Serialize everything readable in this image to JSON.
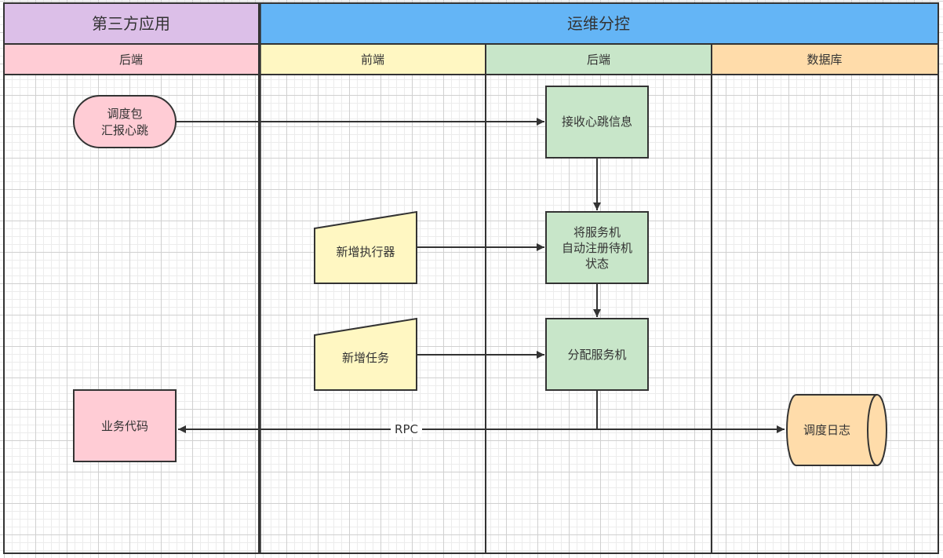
{
  "pools": [
    {
      "title": "第三方应用",
      "color": "#dcbfe8"
    },
    {
      "title": "运维分控",
      "color": "#64b5f6"
    }
  ],
  "lanes": [
    {
      "title": "后端",
      "color": "#ffccd5"
    },
    {
      "title": "前端",
      "color": "#fff7c2"
    },
    {
      "title": "后端",
      "color": "#c8e6c9"
    },
    {
      "title": "数据库",
      "color": "#ffdcaa"
    }
  ],
  "nodes": {
    "heartbeat": {
      "lines": [
        "调度包",
        "汇报心跳"
      ],
      "shape": "rounded",
      "color": "#ffccd5"
    },
    "receive": {
      "lines": [
        "接收心跳信息"
      ],
      "shape": "rect",
      "color": "#c8e6c9"
    },
    "register": {
      "lines": [
        "将服务机",
        "自动注册待机",
        "状态"
      ],
      "shape": "rect",
      "color": "#c8e6c9"
    },
    "assign": {
      "lines": [
        "分配服务机"
      ],
      "shape": "rect",
      "color": "#c8e6c9"
    },
    "add_executor": {
      "lines": [
        "新增执行器"
      ],
      "shape": "manual-input",
      "color": "#fff7c2"
    },
    "add_task": {
      "lines": [
        "新增任务"
      ],
      "shape": "manual-input",
      "color": "#fff7c2"
    },
    "biz_code": {
      "lines": [
        "业务代码"
      ],
      "shape": "rect",
      "color": "#ffccd5"
    },
    "log": {
      "lines": [
        "调度日志"
      ],
      "shape": "cylinder",
      "color": "#ffdcaa"
    }
  },
  "edges": {
    "rpc_label": "RPC"
  },
  "colors": {
    "stroke": "#333333",
    "text": "#333333"
  }
}
